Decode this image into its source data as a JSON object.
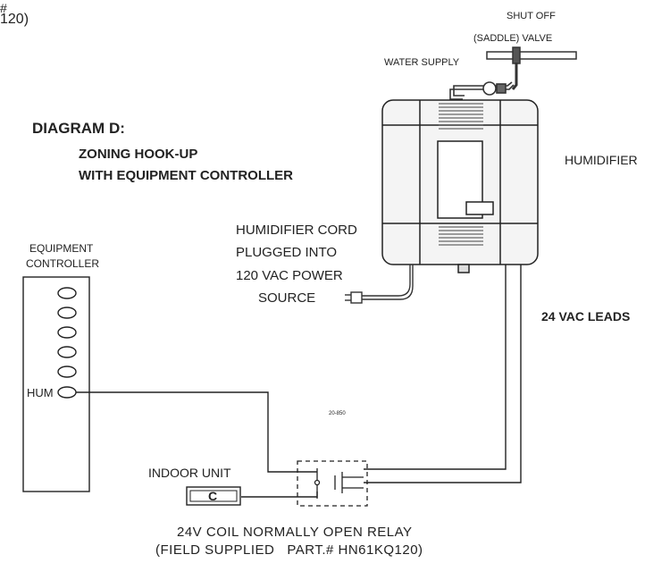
{
  "corner_text": {
    "line1": "#",
    "line2": "120)"
  },
  "valve_label": {
    "line1": "SHUT OFF",
    "line2": "(SADDLE) VALVE"
  },
  "water_supply": "WATER SUPPLY",
  "diagram_title": {
    "line1": "DIAGRAM D:",
    "line2": "ZONING HOOK-UP",
    "line3": "WITH EQUIPMENT CONTROLLER"
  },
  "humidifier_label": "HUMIDIFIER",
  "cord_label": {
    "line1": "HUMIDIFIER CORD",
    "line2": "PLUGGED INTO",
    "line3": "120 VAC POWER",
    "line4": "SOURCE"
  },
  "controller_label": {
    "line1": "EQUIPMENT",
    "line2": "CONTROLLER"
  },
  "hum_terminal": "HUM",
  "leads_label": "24 VAC LEADS",
  "drawing_number": "20-850",
  "indoor_unit": {
    "label": "INDOOR UNIT",
    "terminal": "C"
  },
  "relay_caption": {
    "line1": "24V COIL NORMALLY OPEN RELAY",
    "line2": "(FIELD SUPPLIED   PART.# HN61KQ120)"
  }
}
